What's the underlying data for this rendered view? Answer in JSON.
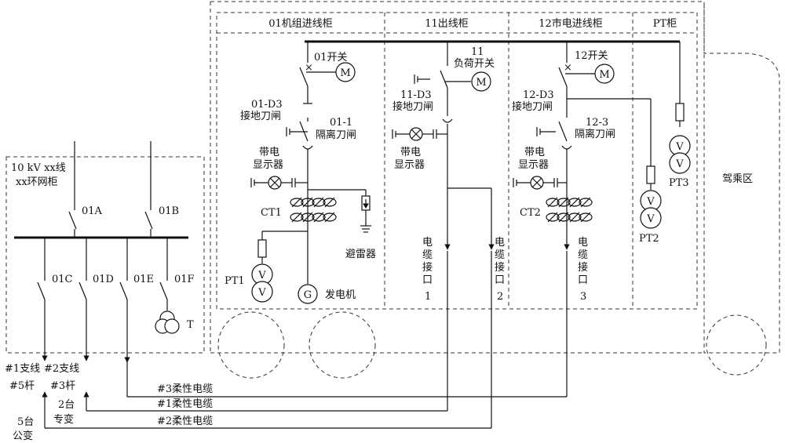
{
  "ring_unit": {
    "title_line1": "10 kV xx线",
    "title_line2": "xx环网柜",
    "switches": [
      "01A",
      "01B",
      "01C",
      "01D",
      "01E",
      "01F"
    ],
    "transformer": "T"
  },
  "vehicle": {
    "panels": [
      "01机组进线柜",
      "11出线柜",
      "12市电进线柜",
      "PT柜"
    ],
    "cab_label": "驾乘区"
  },
  "panel01": {
    "switch": "01开关",
    "motor": "M",
    "earth_switch_line1": "01-D3",
    "earth_switch_line2": "接地刀闸",
    "isolator_line1": "01-1",
    "isolator_line2": "隔离刀闸",
    "indicator_line1": "带电",
    "indicator_line2": "显示器",
    "ct": "CT1",
    "arrester": "避雷器",
    "pt": "PT1",
    "pt_symbol": "V",
    "generator": "G",
    "generator_label": "发电机"
  },
  "panel11": {
    "switch_line1": "11",
    "switch_line2": "负荷开关",
    "motor": "M",
    "earth_switch_line1": "11-D3",
    "earth_switch_line2": "接地刀闸",
    "indicator_line1": "带电",
    "indicator_line2": "显示器",
    "cable1": [
      "电",
      "缆",
      "接",
      "口",
      "1"
    ],
    "cable2": [
      "电",
      "缆",
      "接",
      "口",
      "2"
    ]
  },
  "panel12": {
    "switch": "12开关",
    "motor": "M",
    "earth_switch_line1": "12-D3",
    "earth_switch_line2": "接地刀闸",
    "isolator_line1": "12-3",
    "isolator_line2": "隔离刀闸",
    "indicator_line1": "带电",
    "indicator_line2": "显示器",
    "ct": "CT2",
    "cable3": [
      "电",
      "缆",
      "接",
      "口",
      "3"
    ]
  },
  "pt_panel": {
    "pt2": "PT2",
    "pt3": "PT3",
    "pt_symbol": "V"
  },
  "external": {
    "branch1_line1": "#1支线",
    "branch1_line2": "#5杆",
    "branch2_line1": "#2支线",
    "branch2_line2": "#3杆",
    "transformer_a_line1": "2台",
    "transformer_a_line2": "专变",
    "transformer_b_line1": "5台",
    "transformer_b_line2": "公变",
    "cable_3": "#3柔性电缆",
    "cable_1": "#1柔性电缆",
    "cable_2": "#2柔性电缆"
  }
}
